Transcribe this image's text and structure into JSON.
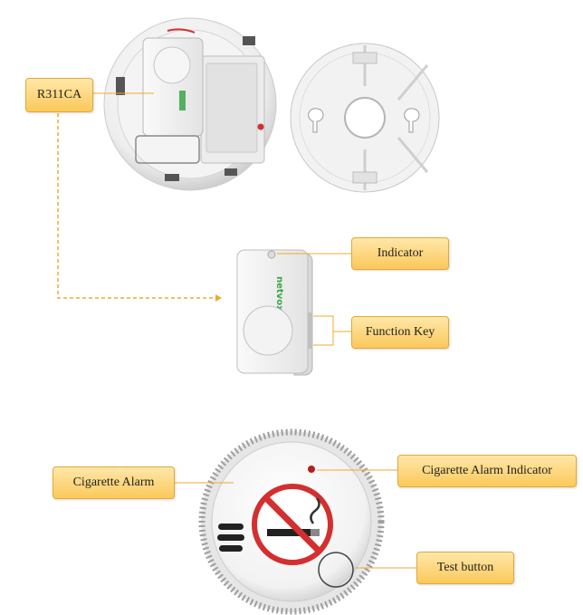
{
  "labels": {
    "r311ca": "R311CA",
    "indicator": "Indicator",
    "function_key": "Function Key",
    "cigarette_alarm": "Cigarette Alarm",
    "cigarette_alarm_indicator": "Cigarette Alarm Indicator",
    "test_button": "Test button"
  },
  "device_brand": "netvox",
  "colors": {
    "label_fill": "#fbc95b",
    "label_border": "#e2a93a",
    "leader_line": "#f0a830",
    "brand_green": "#3aa64a",
    "no_smoking_red": "#d32f2f"
  }
}
